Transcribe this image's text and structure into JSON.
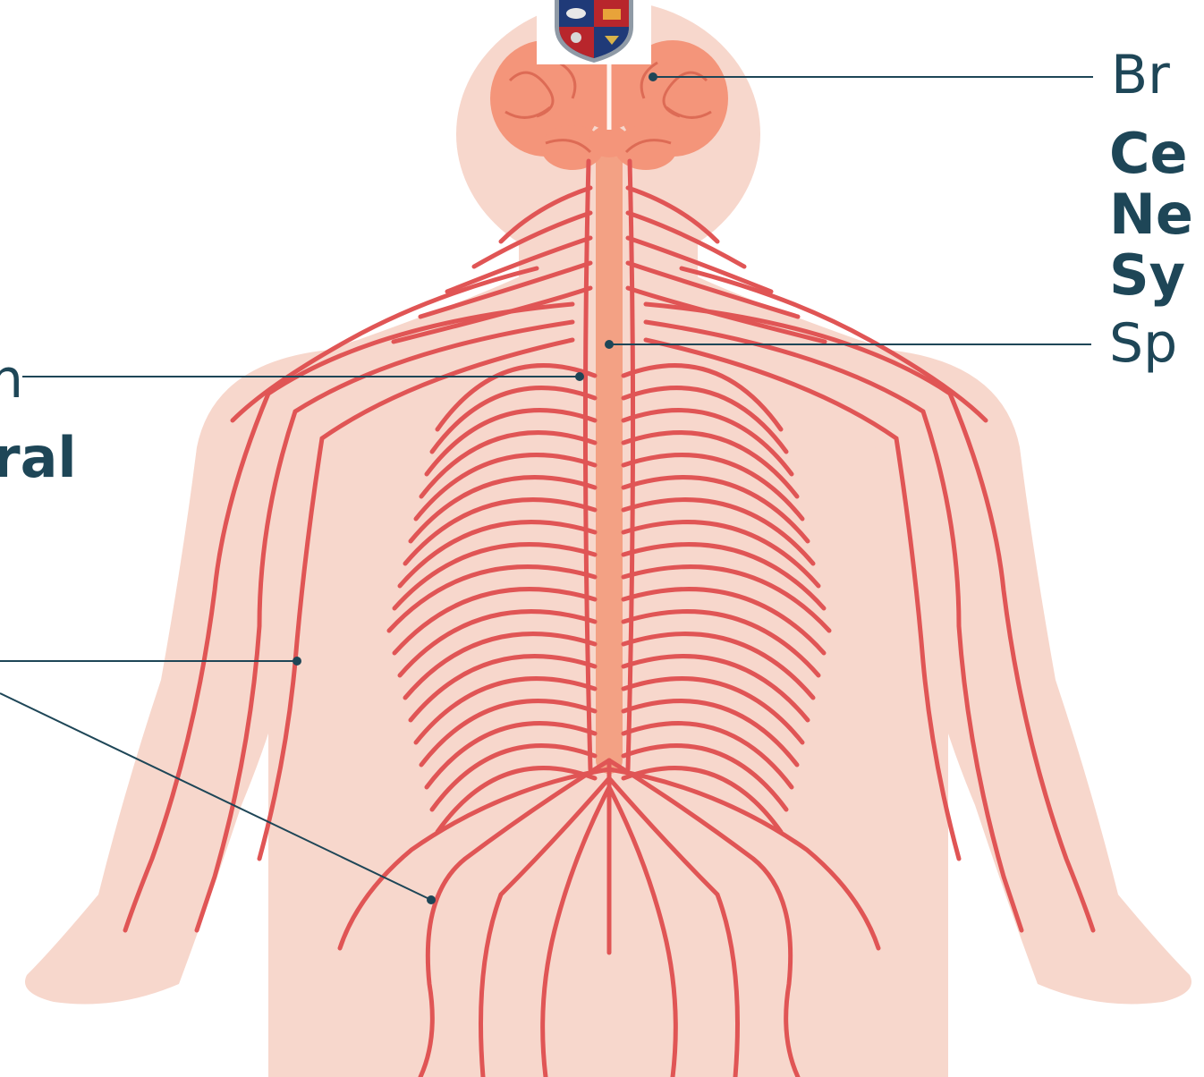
{
  "colors": {
    "skin": "#f7d7cc",
    "nerve": "#e05555",
    "brain": "#f4957a",
    "brain_fold": "#dd6b55",
    "cord": "#f3a184",
    "leader": "#1e4657",
    "label": "#1e4657"
  },
  "labels": {
    "brain": "Br",
    "cns_line1": "Ce",
    "cns_line2": "Ne",
    "cns_line3": "Sy",
    "spinal": "Sp",
    "nerve_left": "n",
    "pns_fragment": "ral"
  },
  "logo": {
    "icon": "university-crest-icon"
  }
}
